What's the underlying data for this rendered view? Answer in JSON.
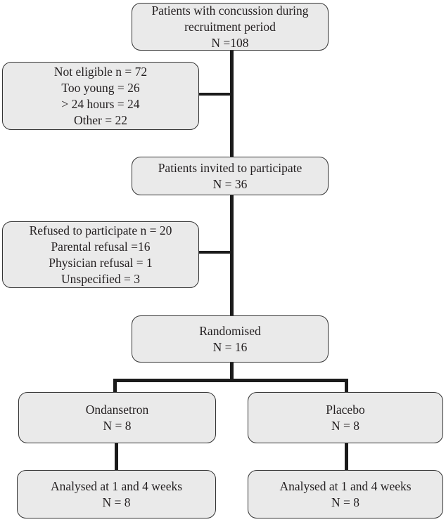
{
  "colors": {
    "background": "#ffffff",
    "box_fill": "#eaeaea",
    "box_border": "#333333",
    "connector": "#1b1b1b",
    "text": "#231f20"
  },
  "nodes": {
    "recruitment": {
      "lines": [
        "Patients with concussion during",
        "recruitment period",
        "N =108"
      ]
    },
    "not_eligible": {
      "lines": [
        "Not eligible n = 72",
        "Too young = 26",
        "> 24 hours = 24",
        "Other = 22"
      ]
    },
    "invited": {
      "lines": [
        "Patients invited to participate",
        "N = 36"
      ]
    },
    "refused": {
      "lines": [
        "Refused to participate n = 20",
        "Parental refusal =16",
        "Physician refusal = 1",
        "Unspecified = 3"
      ]
    },
    "randomised": {
      "lines": [
        "Randomised",
        "N = 16"
      ]
    },
    "ondansetron": {
      "lines": [
        "Ondansetron",
        "N = 8"
      ]
    },
    "placebo": {
      "lines": [
        "Placebo",
        "N = 8"
      ]
    },
    "analysed_left": {
      "lines": [
        "Analysed at 1 and 4 weeks",
        "N = 8"
      ]
    },
    "analysed_right": {
      "lines": [
        "Analysed at 1 and 4 weeks",
        "N = 8"
      ]
    }
  }
}
